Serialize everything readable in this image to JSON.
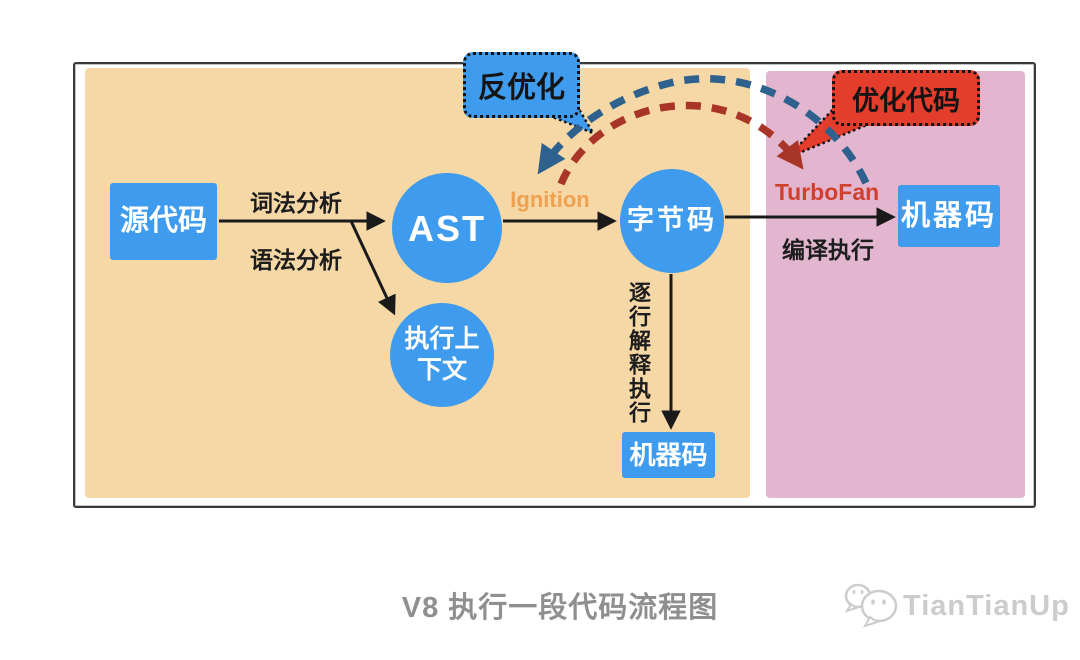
{
  "diagram": {
    "caption": "V8 执行一段代码流程图",
    "watermark": "TianTianUp",
    "nodes": {
      "source_code": "源代码",
      "ast": "AST",
      "execution_context": "执行上\n下文",
      "bytecode": "字节码",
      "machine_code_interpreted": "机器码",
      "machine_code_compiled": "机器码"
    },
    "edge_labels": {
      "lexical_analysis": "词法分析",
      "syntax_analysis": "语法分析",
      "ignition": "Ignition",
      "turbofan": "TurboFan",
      "compile_execute": "编译执行",
      "interpret_line_by_line": "逐行解释执行"
    },
    "callouts": {
      "deoptimize": "反优化",
      "optimized_code": "优化代码"
    },
    "colors": {
      "node_blue": "#3e9bed",
      "panel_orange": "#f5d8a6",
      "panel_pink": "#e2b6ce",
      "callout_red": "#e53d2c",
      "ignition_text": "#f0a150",
      "turbofan_text": "#d0402f",
      "dashed_arrow_blue": "#2f618e",
      "dashed_arrow_red": "#a93528",
      "solid_arrow": "#1a1a1a",
      "caption_gray": "#8f8f8f",
      "watermark_gray": "#cccccc"
    }
  }
}
